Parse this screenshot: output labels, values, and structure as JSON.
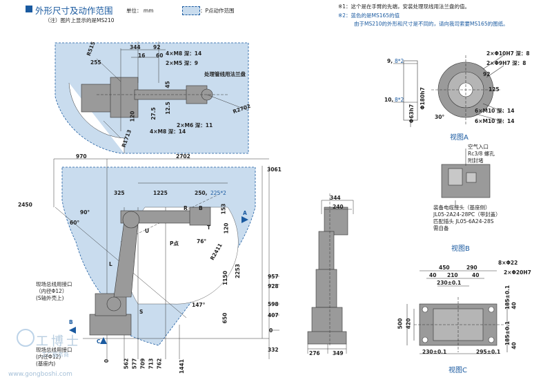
{
  "header": {
    "title": "外形尺寸及动作范围",
    "unit_label": "单位： mm",
    "range_legend": "：P点动作范围",
    "note_sub": "（注）图片上显示的是MS210"
  },
  "notes": {
    "n1": "※1：这个是在手臂的先端，安装处理现线用法兰盘的值。",
    "n2a": "※2：蓝色的是MS165的值",
    "n2b": "由于MS210的外形和尺寸是不同的，请向我司索要MS165的图纸。"
  },
  "top_view": {
    "d344": "344",
    "d92": "92",
    "d16": "16",
    "d60": "60",
    "r255": "255",
    "r1515": "R515",
    "r2702": "R2702",
    "r1713": "R1713",
    "d120": "120",
    "d27_5": "27.5",
    "d12_5": "12.5",
    "d45": "45",
    "m8a": "4×M8 深：14",
    "m5": "2×M5 深：9",
    "m6": "2×M6 深：11",
    "m8b": "4×M8 深：14",
    "flange": "处理管线用法兰盘"
  },
  "side_view": {
    "d970": "970",
    "d2702": "2702",
    "d3061": "3061",
    "d2450": "2450",
    "d325": "325",
    "d1225": "1225",
    "d250": "250,",
    "d225": "225*2",
    "d153": "153",
    "d120": "120",
    "r2411": "R2411",
    "d1150": "1150",
    "d2253": "2253",
    "d650": "650",
    "d957": "957",
    "d928": "928",
    "d598": "598",
    "d407": "407",
    "d332": "332",
    "d0": "0",
    "b0": "0",
    "b562": "562",
    "b577": "577",
    "b709": "709",
    "b713": "713",
    "b762": "762",
    "b1441": "1441",
    "ang90": "90°",
    "ang60": "60°",
    "ang147": "147°",
    "ang76": "76°",
    "axis_u": "U",
    "axis_r": "R",
    "axis_b": "B",
    "axis_t": "T",
    "axis_l": "L",
    "axis_s": "S",
    "p_point": "P点",
    "arrow_a": "A",
    "arrow_b": "B",
    "arrow_c": "C",
    "field_line": [
      "现场总线用接口",
      "（内径Φ12）",
      "(S轴外壳上)"
    ],
    "field_line2": [
      "现场总线用接口",
      "(内径Φ12)",
      "(基座内)"
    ]
  },
  "front_view": {
    "d344": "344",
    "d240": "240",
    "d276": "276",
    "d349": "349"
  },
  "view_a": {
    "label": "视图A",
    "d9": "9,",
    "d9b": "8*2",
    "d10": "10,",
    "d10b": "8*2",
    "phi63": "Φ63h7",
    "phi180": "Φ180h7",
    "h1": "2×Φ10H7 深：8",
    "h2": "2×Φ9H7 深：8",
    "d92": "92",
    "d125": "125",
    "d30": "30°",
    "m10a": "6×M10 深：14",
    "m10b": "6×M10 深：14"
  },
  "view_b": {
    "label": "视图B",
    "air": [
      "空气入口",
      "Rc3/8 螺孔",
      "附封堵"
    ],
    "conn": [
      "装备电缆接头（基座侧）",
      "JL05-2A24-28PC（带封盖）",
      "匹配插头 JL05-6A24-28S",
      "需自备"
    ]
  },
  "view_c": {
    "label": "视图C",
    "d450": "450",
    "d290": "290",
    "d40a": "40",
    "d210": "210",
    "d40b": "40",
    "d230a": "230±0.1",
    "d230b": "230±0.1",
    "d295": "295±0.1",
    "d500": "500",
    "d420": "420",
    "d185a": "185±0.1",
    "d185b": "185±0.1",
    "d40c": "40",
    "d40d": "40",
    "h22": "8×Φ22",
    "h20": "2×Φ20H7"
  },
  "watermark": {
    "text": "工博士",
    "site": "www.gongboshi.com",
    "sub": "工厂服务商"
  },
  "colors": {
    "accent": "#1a5aa0",
    "range_fill": "#c9dcee",
    "robot": "#8c8c8c",
    "line": "#333333"
  }
}
